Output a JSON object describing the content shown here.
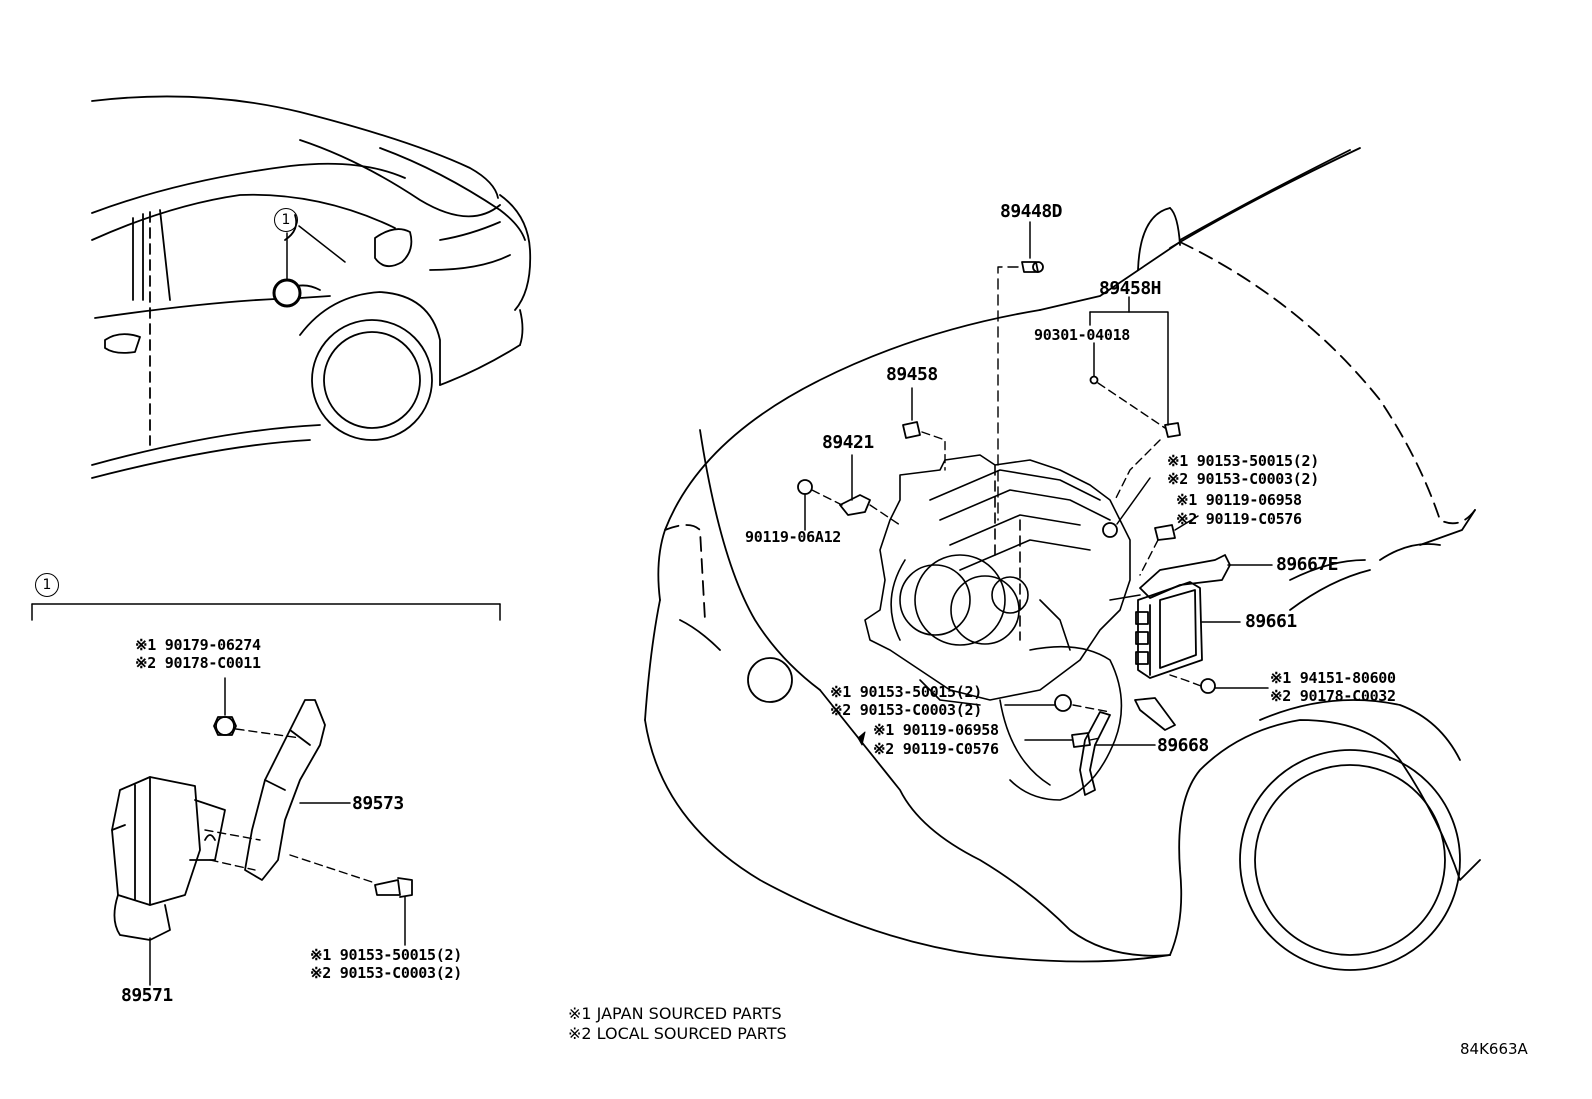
{
  "callout_symbol": "1",
  "parts": {
    "p89448D": "89448D",
    "p89458H": "89458H",
    "p90301": "90301-04018",
    "p89458": "89458",
    "p89421": "89421",
    "p90119_06A12": "90119-06A12",
    "p89667E": "89667E",
    "p89661": "89661",
    "p89668": "89668",
    "p89573": "89573",
    "p89571": "89571"
  },
  "fasteners": {
    "upper_right_a1": "※1 90153-50015(2)",
    "upper_right_a2": "※2 90153-C0003(2)",
    "upper_right_b1": "※1 90119-06958",
    "upper_right_b2": "※2 90119-C0576",
    "right_c1": "※1 94151-80600",
    "right_c2": "※2 90178-C0032",
    "center_a1": "※1 90153-50015(2)",
    "center_a2": "※2 90153-C0003(2)",
    "center_b1": "※1 90119-06958",
    "center_b2": "※2 90119-C0576",
    "left_top1": "※1 90179-06274",
    "left_top2": "※2 90178-C0011",
    "left_bottom1": "※1 90153-50015(2)",
    "left_bottom2": "※2 90153-C0003(2)"
  },
  "legend": {
    "line1": "※1 JAPAN SOURCED PARTS",
    "line2": "※2 LOCAL SOURCED PARTS"
  },
  "diagram_code": "84K663A"
}
